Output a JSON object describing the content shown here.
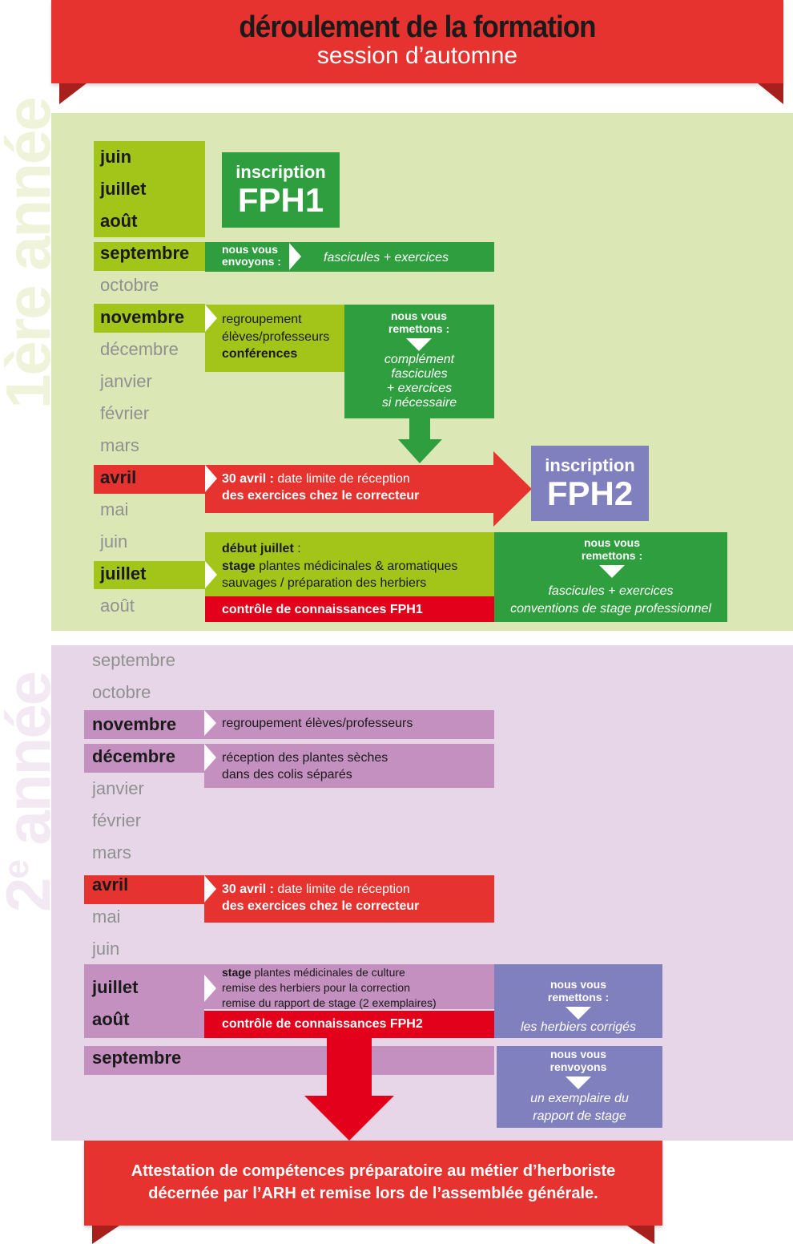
{
  "header": {
    "title": "déroulement de la formation",
    "subtitle": "session d’automne"
  },
  "year1": {
    "label": "1ère année",
    "months": [
      "juin",
      "juillet",
      "août",
      "septembre",
      "octobre",
      "novembre",
      "décembre",
      "janvier",
      "février",
      "mars",
      "avril",
      "mai",
      "juin",
      "juillet",
      "août"
    ],
    "inscription_fph1": {
      "line1": "inscription",
      "line2": "FPH1"
    },
    "septembre_box": {
      "label": "nous vous envoyons :",
      "content": "fascicules + exercices"
    },
    "novembre_box": {
      "line1": "regroupement",
      "line2": "élèves/professeurs",
      "line3": "conférences"
    },
    "remettons_box": {
      "title": "nous vous remettons :",
      "content_lines": [
        "complément",
        "fascicules",
        "+ exercices",
        "si nécessaire"
      ]
    },
    "avril_box": {
      "date_bold": "30 avril :",
      "line1_rest": "date limite de réception",
      "line2": "des exercices chez le correcteur"
    },
    "inscription_fph2": {
      "line1": "inscription",
      "line2": "FPH2"
    },
    "juillet_box": {
      "line1_bold": "début juillet",
      "line1_rest": " :",
      "line2_bold": "stage",
      "line2_rest": " plantes médicinales & aromatiques",
      "line3": "sauvages / préparation des herbiers"
    },
    "controle_fph1": "contrôle de connaissances FPH1",
    "remettons_box2": {
      "title": "nous vous remettons :",
      "line1": "fascicules + exercices",
      "line2": "conventions de stage professionnel"
    }
  },
  "year2": {
    "label": "2e année",
    "months": [
      "septembre",
      "octobre",
      "novembre",
      "décembre",
      "janvier",
      "février",
      "mars",
      "avril",
      "mai",
      "juin",
      "juillet",
      "août",
      "septembre"
    ],
    "novembre_box": "regroupement élèves/professeurs",
    "decembre_box": {
      "line1": "réception des plantes sèches",
      "line2": "dans des colis séparés"
    },
    "avril_box": {
      "date_bold": "30 avril :",
      "line1_rest": "date limite de réception",
      "line2": "des exercices chez le correcteur"
    },
    "juillet_box": {
      "line1_bold": "stage",
      "line1_rest": " plantes médicinales de culture",
      "line2": "remise des herbiers pour la correction",
      "line3": "remise du rapport de stage (2 exemplaires)"
    },
    "controle_fph2": "contrôle de connaissances FPH2",
    "remettons_box": {
      "title": "nous vous remettons :",
      "content": "les herbiers corrigés"
    },
    "renvoyons_box": {
      "title": "nous vous renvoyons",
      "line1": "un exemplaire du",
      "line2": "rapport de stage"
    }
  },
  "footer": {
    "line1": "Attestation de compétences préparatoire au métier d’herboriste",
    "line2": "décernée par  l’ARH et remise lors de l’assemblée générale."
  },
  "colors": {
    "red": "#e63330",
    "light_green": "#a3c51a",
    "dark_green": "#2e9e3e",
    "purple_block": "#c490c0",
    "blue_violet": "#8080bf",
    "year1_bg": "#dbe8b5",
    "year2_bg": "#e6d6e8"
  }
}
